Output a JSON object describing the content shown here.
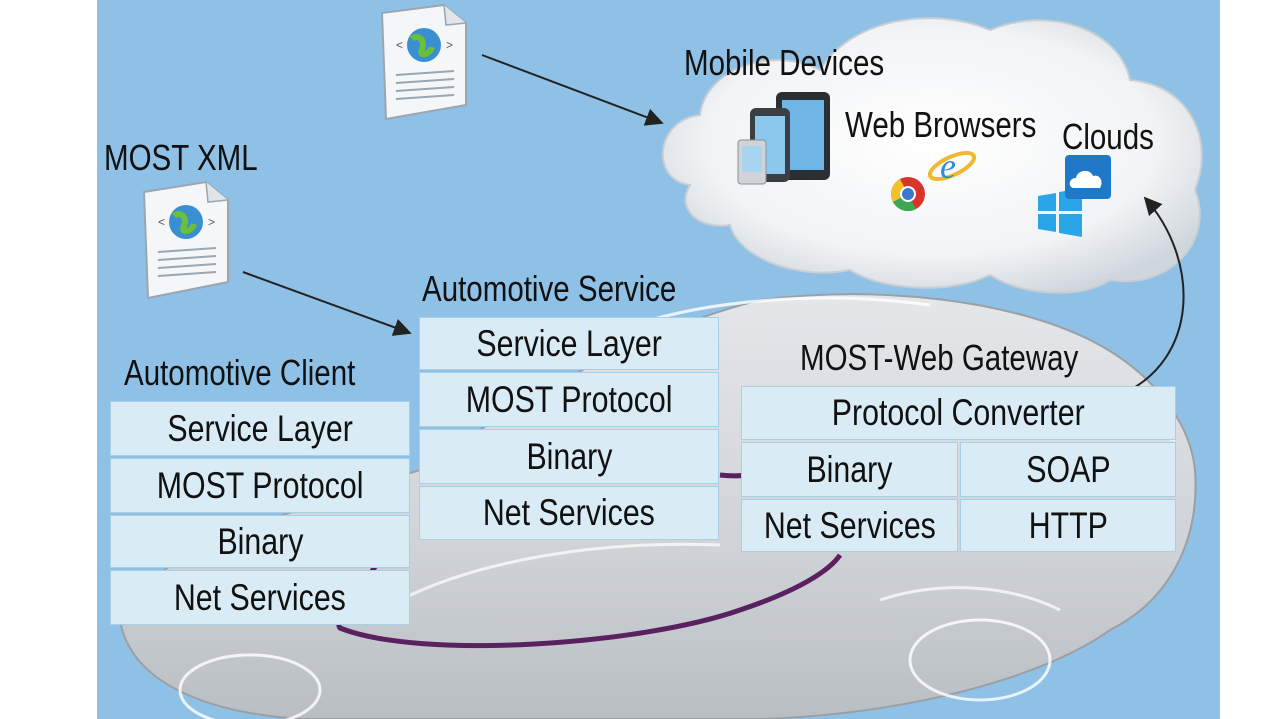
{
  "labels": {
    "most_xml": "MOST XML",
    "mobile_devices": "Mobile Devices",
    "web_browsers": "Web Browsers",
    "clouds": "Clouds",
    "automotive_service": "Automotive Service",
    "automotive_client": "Automotive Client",
    "gateway": "MOST-Web Gateway"
  },
  "client_stack": [
    "Service Layer",
    "MOST Protocol",
    "Binary",
    "Net Services"
  ],
  "service_stack": [
    "Service Layer",
    "MOST Protocol",
    "Binary",
    "Net Services"
  ],
  "gateway_stack": {
    "top": "Protocol Converter",
    "left": [
      "Binary",
      "Net Services"
    ],
    "right": [
      "SOAP",
      "HTTP"
    ]
  },
  "colors": {
    "background": "#8fc0e6",
    "box_fill": "#d9ebf5",
    "bus_line": "#5a2160",
    "arrow": "#222222"
  },
  "icons": [
    "document-globe-icon",
    "mobile-devices-icon",
    "chrome-icon",
    "ie-icon",
    "windows-icon",
    "cloud-app-icon",
    "car-silhouette"
  ]
}
